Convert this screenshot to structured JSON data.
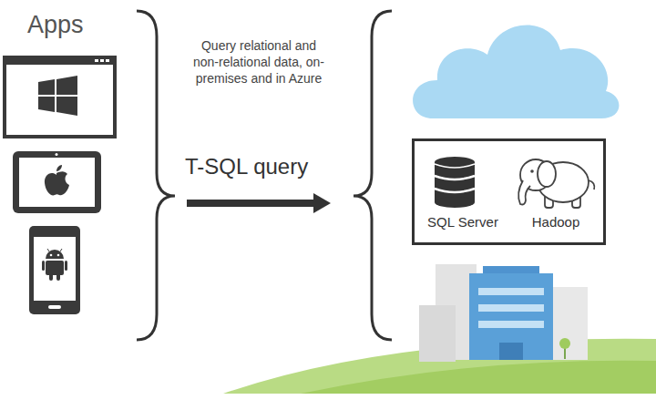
{
  "diagram": {
    "nodes": [
      {
        "text": [
          "SQL Server",
          "Hadoop"
        ]
      }
    ],
    "labels": [
      "Apps",
      "Query relational and non-relational data, on-premises and in Azure",
      "T-SQL query"
    ]
  }
}
